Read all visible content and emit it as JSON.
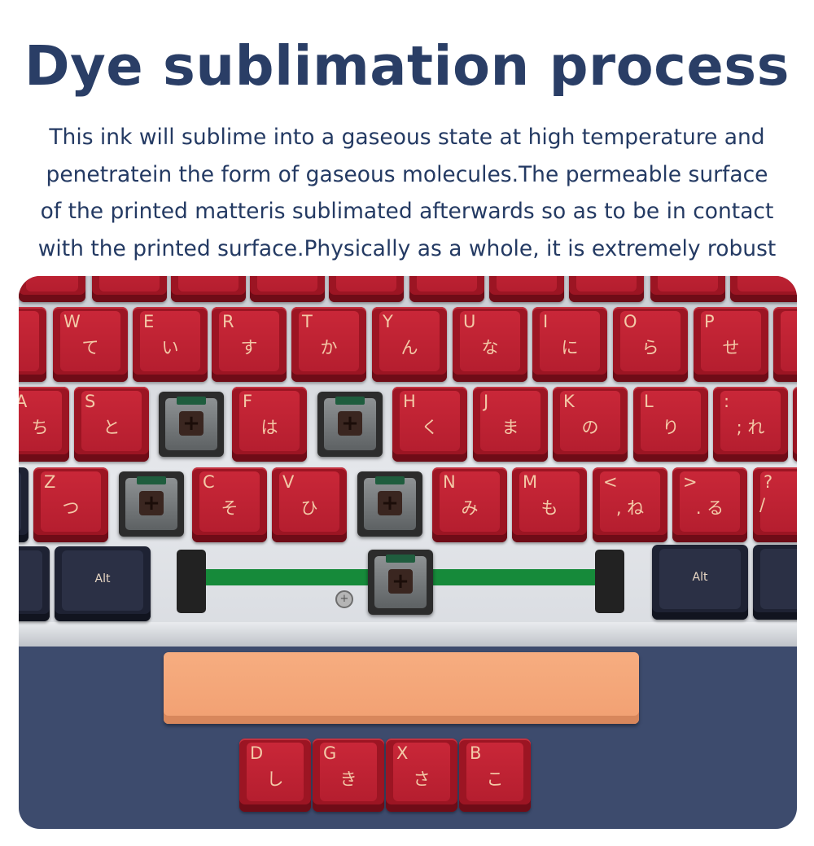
{
  "title": "Dye sublimation process",
  "description_lines": [
    "This ink will sublime into a gaseous state at high temperature and",
    "penetratein the form of gaseous molecules.The permeable surface",
    "of the printed matteris sublimated afterwards so as to be in contact",
    "with the printed surface.Physically as a whole, it is extremely robust"
  ],
  "keyboard": {
    "row_qwerty": [
      {
        "legend": "W",
        "kana": "て"
      },
      {
        "legend": "E",
        "kana": "い"
      },
      {
        "legend": "R",
        "kana": "す"
      },
      {
        "legend": "T",
        "kana": "か"
      },
      {
        "legend": "Y",
        "kana": "ん"
      },
      {
        "legend": "U",
        "kana": "な"
      },
      {
        "legend": "I",
        "kana": "に"
      },
      {
        "legend": "O",
        "kana": "ら"
      },
      {
        "legend": "P",
        "kana": "せ"
      }
    ],
    "row_home": [
      {
        "legend": "A",
        "kana": "ち"
      },
      {
        "legend": "S",
        "kana": "と"
      },
      {
        "legend": "F",
        "kana": "は"
      },
      {
        "legend": "H",
        "kana": "く"
      },
      {
        "legend": "J",
        "kana": "ま"
      },
      {
        "legend": "K",
        "kana": "の"
      },
      {
        "legend": "L",
        "kana": "り"
      },
      {
        "legend": ":",
        "kana": "; れ"
      }
    ],
    "row_bottom": [
      {
        "legend": "Z",
        "kana": "つ"
      },
      {
        "legend": "C",
        "kana": "そ"
      },
      {
        "legend": "V",
        "kana": "ひ"
      },
      {
        "legend": "N",
        "kana": "み"
      },
      {
        "legend": "M",
        "kana": "も"
      },
      {
        "legend": "<",
        "kana": ", ね"
      },
      {
        "legend": ">",
        "kana": ". る"
      },
      {
        "legend": "?",
        "kana": "/"
      }
    ],
    "alt_label": "Alt",
    "loose_keys": [
      {
        "legend": "D",
        "kana": "し"
      },
      {
        "legend": "G",
        "kana": "き"
      },
      {
        "legend": "X",
        "kana": "さ"
      },
      {
        "legend": "B",
        "kana": "こ"
      }
    ],
    "stem_symbol": "+",
    "screw_symbol": "+"
  }
}
